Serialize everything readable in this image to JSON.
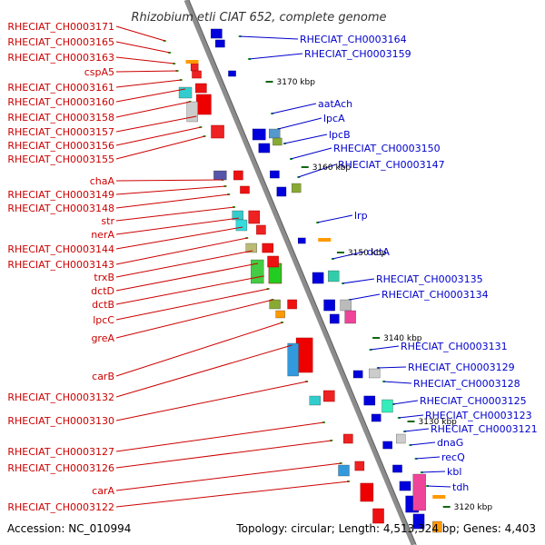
{
  "header": {
    "title": "Rhizobium etli CIAT 652, complete genome"
  },
  "footer": {
    "accession": "Accession: NC_010994",
    "summary": "Topology: circular; Length: 4,513,324 bp; Genes: 4,403"
  },
  "colors": {
    "left_label": "#cc0000",
    "right_label": "#0000cc",
    "forward_gene": "#ee0000",
    "reverse_gene": "#0000dd",
    "axis": "#8c8c8c",
    "tick_marker": "#22aa22",
    "scale_tick": "#116611"
  },
  "scale_ticks": [
    "3170 kbp",
    "3160 kbp",
    "3150 kbp",
    "3140 kbp",
    "3130 kbp",
    "3120 kbp"
  ],
  "left_labels": [
    "RHECIAT_CH0003171",
    "RHECIAT_CH0003165",
    "RHECIAT_CH0003163",
    "cspA5",
    "RHECIAT_CH0003161",
    "RHECIAT_CH0003160",
    "RHECIAT_CH0003158",
    "RHECIAT_CH0003157",
    "RHECIAT_CH0003156",
    "RHECIAT_CH0003155",
    "chaA",
    "RHECIAT_CH0003149",
    "RHECIAT_CH0003148",
    "str",
    "nerA",
    "RHECIAT_CH0003144",
    "RHECIAT_CH0003143",
    "trxB",
    "dctD",
    "dctB",
    "lpcC",
    "greA",
    "carB",
    "RHECIAT_CH0003132",
    "RHECIAT_CH0003130",
    "RHECIAT_CH0003127",
    "RHECIAT_CH0003126",
    "carA",
    "RHECIAT_CH0003122"
  ],
  "right_labels": [
    "RHECIAT_CH0003164",
    "RHECIAT_CH0003159",
    "aatAch",
    "lpcA",
    "lpcB",
    "RHECIAT_CH0003150",
    "RHECIAT_CH0003147",
    "lrp",
    "dctA",
    "RHECIAT_CH0003135",
    "RHECIAT_CH0003134",
    "RHECIAT_CH0003131",
    "RHECIAT_CH0003129",
    "RHECIAT_CH0003128",
    "RHECIAT_CH0003125",
    "RHECIAT_CH0003123",
    "RHECIAT_CH0003121",
    "dnaG",
    "recQ",
    "kbl",
    "tdh"
  ]
}
